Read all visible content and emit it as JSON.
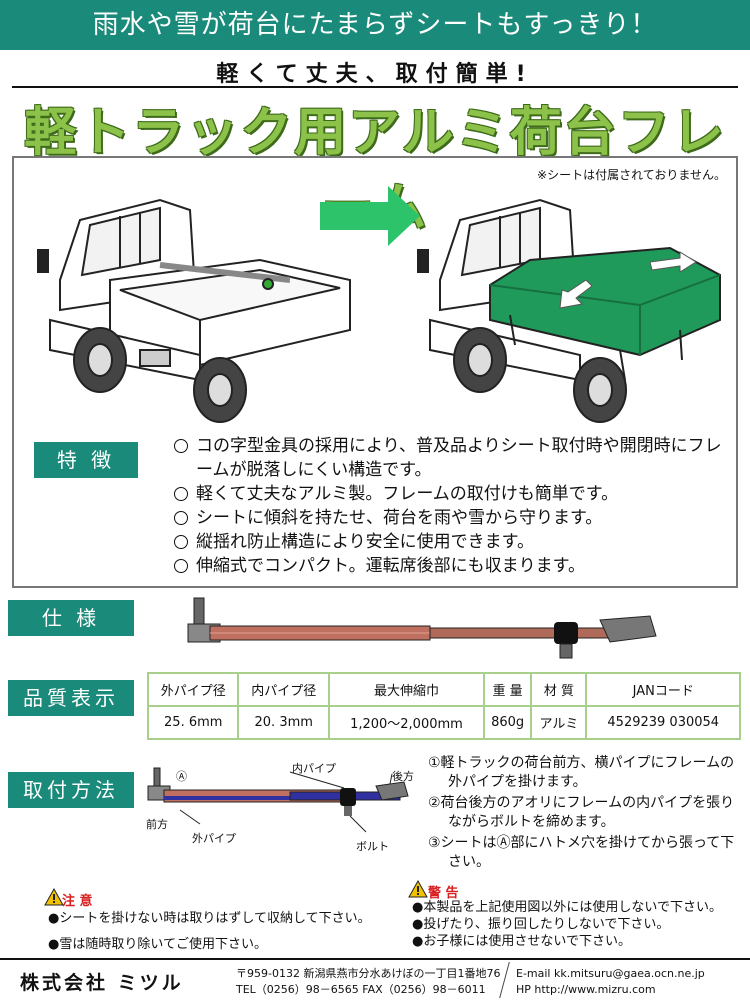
{
  "banner": {
    "text": "雨水や雪が荷台にたまらずシートもすっきり！"
  },
  "subtitle": "軽くて丈夫、取付簡単!",
  "title": "軽トラック用アルミ荷台フレーム",
  "sheet_note": "※シートは付属されておりません。",
  "features": {
    "label": "特 徴",
    "items": [
      "コの字型金具の採用により、普及品よりシート取付時や開閉時にフレームが脱落しにくい構造です。",
      "軽くて丈夫なアルミ製。フレームの取付けも簡単です。",
      "シートに傾斜を持たせ、荷台を雨や雪から守ります。",
      "縦揺れ防止構造により安全に使用できます。",
      "伸縮式でコンパクト。運転席後部にも収まります。"
    ]
  },
  "spec": {
    "label": "仕 様"
  },
  "quality": {
    "label": "品質表示",
    "headers": [
      "外パイプ径",
      "内パイプ径",
      "最大伸縮巾",
      "重 量",
      "材 質",
      "JANコード"
    ],
    "values": [
      "25. 6mm",
      "20. 3mm",
      "1,200〜2,000mm",
      "860g",
      "アルミ",
      "4529239 030054"
    ]
  },
  "install": {
    "label": "取付方法",
    "callouts": {
      "a_mark": "Ⓐ",
      "front": "前方",
      "inner_pipe": "内パイプ",
      "rear": "後方",
      "outer_pipe": "外パイプ",
      "bolt": "ボルト"
    },
    "steps": [
      "①軽トラックの荷台前方、横パイプにフレームの外パイプを掛けます。",
      "②荷台後方のアオリにフレームの内パイプを張りながらボルトを締めます。",
      "③シートはⒶ部にハトメ穴を掛けてから張って下さい。"
    ]
  },
  "caution": {
    "title": "注 意",
    "items": [
      "●シートを掛けない時は取りはずして収納して下さい。",
      "●雪は随時取り除いてご使用下さい。"
    ]
  },
  "warning": {
    "title": "警 告",
    "items": [
      "●本製品を上記使用図以外には使用しないで下さい。",
      "●投げたり、振り回したりしないで下さい。",
      "●お子様には使用させないで下さい。"
    ]
  },
  "footer": {
    "company": "株式会社 ミツル",
    "address_line1": "〒959-0132 新潟県燕市分水あけぼの一丁目1番地76",
    "address_line2": "TEL（0256）98－6565 FAX（0256）98－6011",
    "email_line": "E-mail kk.mitsuru@gaea.ocn.ne.jp",
    "hp_line": "HP http://www.mizru.com"
  },
  "colors": {
    "teal": "#1a8a7a",
    "title_green": "#8cc14a",
    "sheet_green": "#1f9a5a",
    "arrow_green": "#2cc36b",
    "table_border": "#a9cf8c",
    "pipe_outer": "#c07060",
    "pipe_inner": "#3030a0",
    "warning_red": "#d82020"
  }
}
